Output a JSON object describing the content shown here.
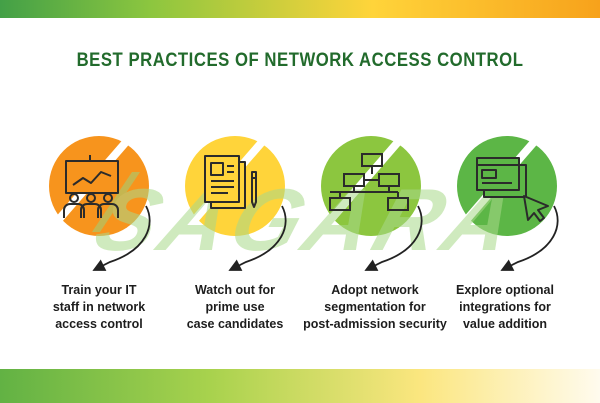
{
  "title": "BEST PRACTICES OF NETWORK ACCESS CONTROL",
  "watermark": "SAGARA",
  "colors": {
    "title": "#226b2c",
    "step_1": "#f7941d",
    "step_2": "#ffd43a",
    "step_3": "#8cc63f",
    "step_4": "#5cb646",
    "icon_stroke": "#2b2b2b"
  },
  "steps": [
    {
      "icon": "presentation-team-icon",
      "lines": [
        "Train your IT",
        "staff in network",
        "access control"
      ]
    },
    {
      "icon": "documents-pen-icon",
      "lines": [
        "Watch out for",
        "prime use",
        "case candidates"
      ]
    },
    {
      "icon": "network-hierarchy-icon",
      "lines": [
        "Adopt network",
        "segmentation for",
        "post-admission security"
      ]
    },
    {
      "icon": "browser-windows-cursor-icon",
      "lines": [
        "Explore optional",
        "integrations for",
        "value addition"
      ]
    }
  ]
}
